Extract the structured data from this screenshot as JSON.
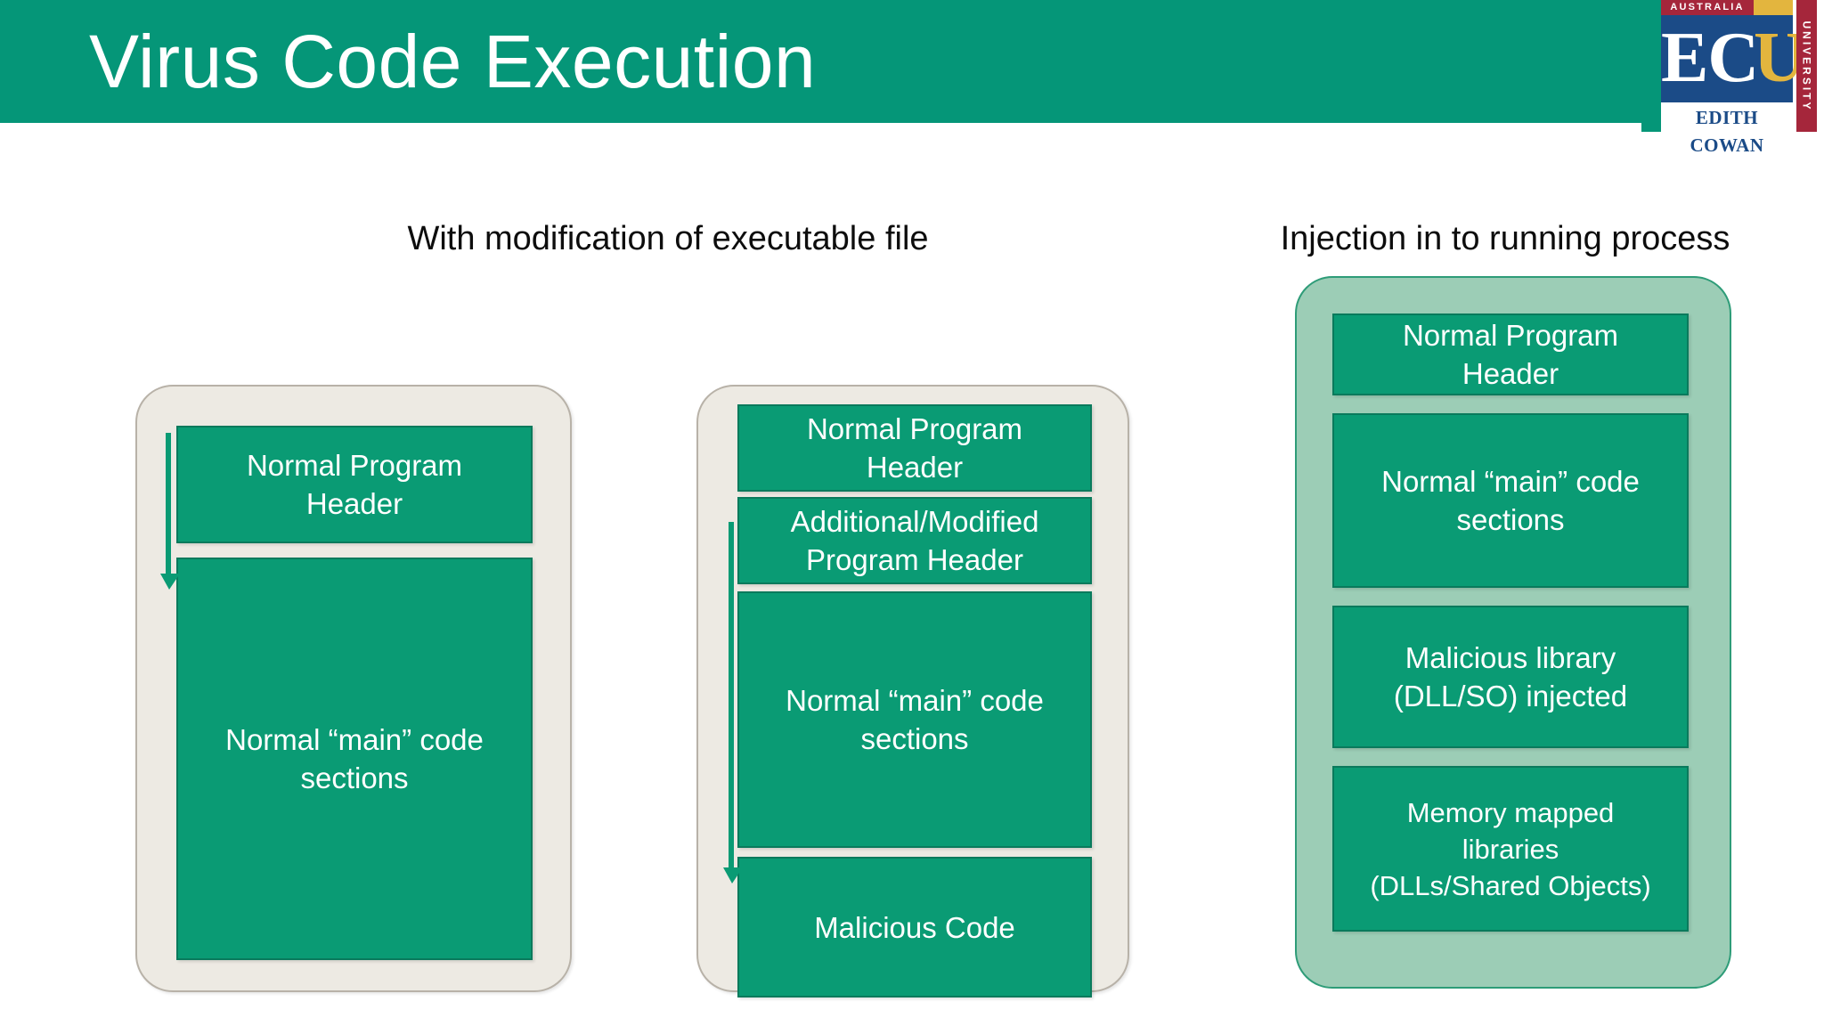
{
  "slide": {
    "title": "Virus Code Execution",
    "banner_color": "#059678",
    "segment_color": "#0A9B74",
    "container_cream_color": "#EDEAE3",
    "container_green_color": "#9CCDB6"
  },
  "logo": {
    "top_word": "AUSTRALIA",
    "acronym_ec": "EC",
    "acronym_u": "U",
    "name": "EDITH COWAN",
    "side_word": "UNIVERSITY",
    "red": "#A5263B",
    "blue": "#1B4B87",
    "gold": "#E3B53E"
  },
  "headings": {
    "left": "With modification of executable file",
    "right": "Injection in to running process"
  },
  "diagrams": [
    {
      "id": "original-executable",
      "segments": [
        {
          "label": "Normal Program\nHeader"
        },
        {
          "label": "Normal “main” code\nsections"
        }
      ]
    },
    {
      "id": "modified-executable",
      "segments": [
        {
          "label": "Normal Program\nHeader"
        },
        {
          "label": "Additional/Modified\nProgram Header"
        },
        {
          "label": "Normal “main” code\nsections"
        },
        {
          "label": "Malicious Code"
        }
      ]
    },
    {
      "id": "running-process",
      "segments": [
        {
          "label": "Normal Program\nHeader"
        },
        {
          "label": "Normal “main” code\nsections"
        },
        {
          "label": "Malicious library\n(DLL/SO) injected"
        },
        {
          "label": "Memory mapped\nlibraries\n(DLLs/Shared Objects)"
        }
      ]
    }
  ]
}
